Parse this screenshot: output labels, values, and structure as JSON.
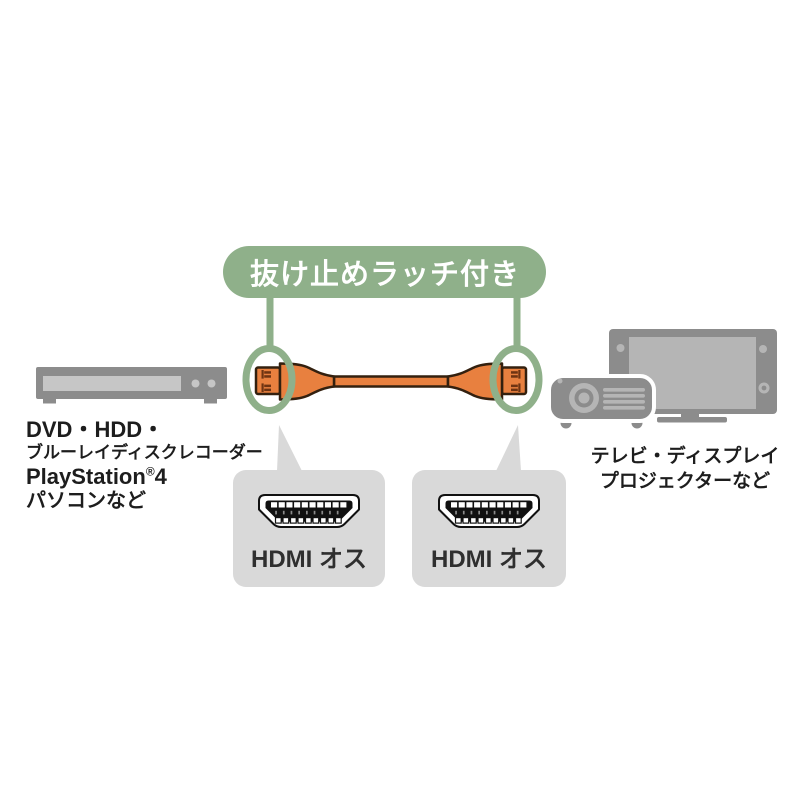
{
  "banner": {
    "label": "抜け止めラッチ付き",
    "bg_color": "#8FB08A",
    "text_color": "#FFFFFF"
  },
  "source_devices": {
    "line1": "DVD・HDD・",
    "line2": "ブルーレイディスクレコーダー",
    "line3_brand": "PlayStation",
    "line3_reg": "®",
    "line3_num": "4",
    "line4": "パソコンなど"
  },
  "output_devices": {
    "line1": "テレビ・ディスプレイ",
    "line2": "プロジェクターなど"
  },
  "callouts": {
    "left_label": "HDMI オス",
    "right_label": "HDMI オス",
    "bg_color": "#D9D9D9"
  },
  "icons": {
    "left_device": "dvd-recorder-icon",
    "right_device_back": "tv-icon",
    "right_device_front": "projector-icon",
    "cable": "hdmi-cable-icon",
    "connector_face": "hdmi-port-icon",
    "latch_highlight": "latch-ring-icon"
  },
  "colors": {
    "green": "#8FB08A",
    "cable_orange": "#E8803F",
    "cable_outline": "#33200F",
    "latch_mark": "#6E3312",
    "device_gray": "#8C8C8C",
    "device_light_gray": "#B5B5B5",
    "callout_gray": "#D9D9D9",
    "text": "#1D1D1D",
    "background": "#FFFFFF"
  }
}
